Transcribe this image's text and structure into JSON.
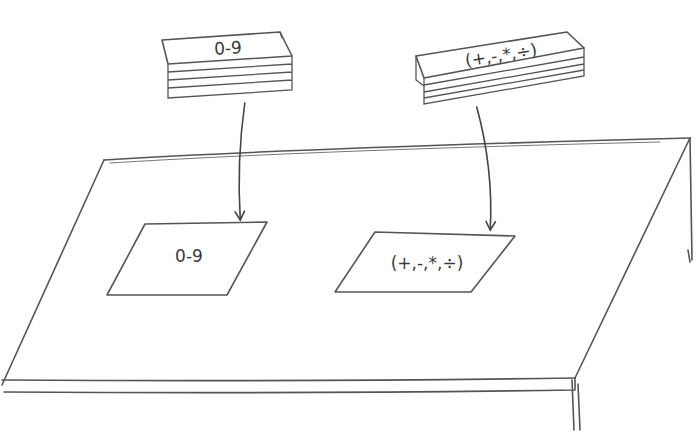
{
  "diagram": {
    "nodes": [
      {
        "text": [
          "0-9"
        ]
      },
      {
        "text": [
          "(+,-,*,÷)"
        ]
      },
      {
        "text": [
          "0-9"
        ]
      },
      {
        "text": [
          "(+,-,*,÷)"
        ]
      }
    ],
    "edges": [
      {
        "from": 0,
        "to": 2,
        "arrow": "to"
      },
      {
        "from": 1,
        "to": 3,
        "arrow": "to"
      }
    ]
  }
}
